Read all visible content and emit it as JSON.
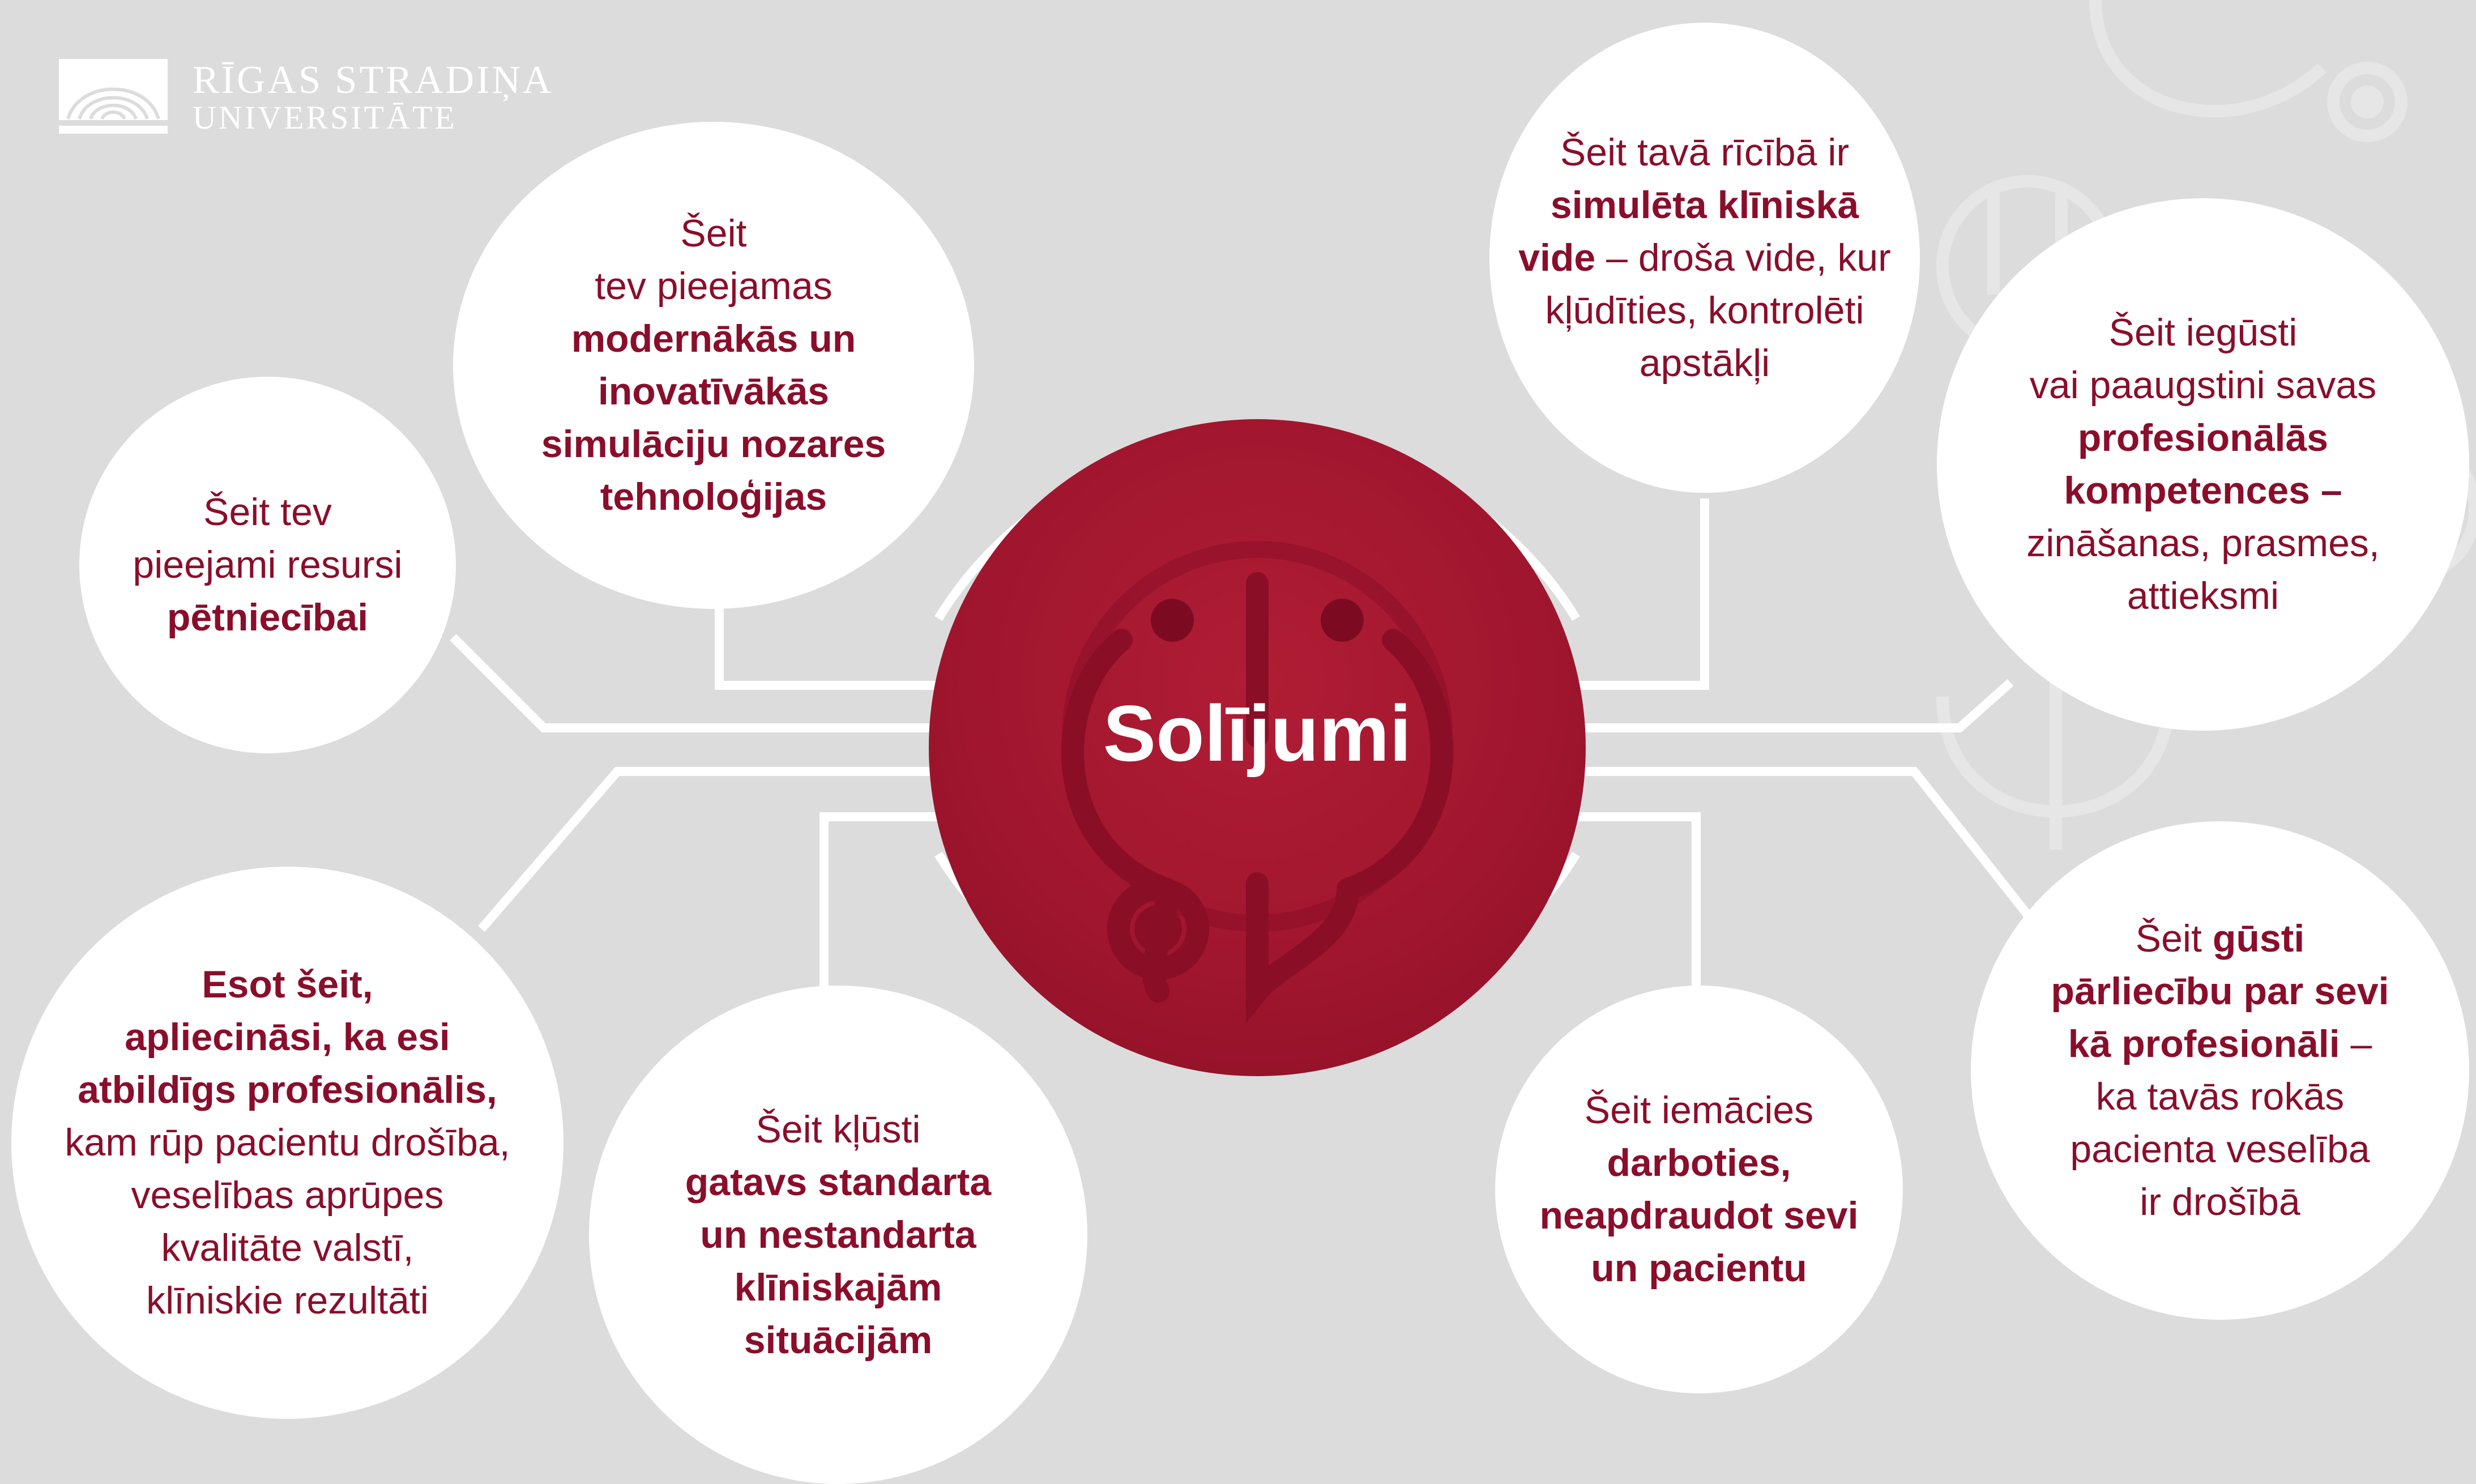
{
  "logo": {
    "line1": "RĪGAS STRADIŅA",
    "line2": "UNIVERSITĀTE",
    "icon": "amphitheatre-logo-icon"
  },
  "center": {
    "title": "Solījumi",
    "icon": "stethoscope-power-icon"
  },
  "colors": {
    "accent": "#a0162e",
    "text": "#8a0e2b",
    "background": "#dcdcdc",
    "bubble": "#ffffff"
  },
  "bubbles": {
    "top_left": {
      "lines": [
        {
          "parts": [
            {
              "t": "Šeit",
              "b": false
            }
          ]
        },
        {
          "parts": [
            {
              "t": "tev pieejamas",
              "b": false
            }
          ]
        },
        {
          "parts": [
            {
              "t": "modernākās un",
              "b": true
            }
          ]
        },
        {
          "parts": [
            {
              "t": "inovatīvākās",
              "b": true
            }
          ]
        },
        {
          "parts": [
            {
              "t": "simulāciju nozares",
              "b": true
            }
          ]
        },
        {
          "parts": [
            {
              "t": "tehnoloģijas",
              "b": true
            }
          ]
        }
      ]
    },
    "left": {
      "lines": [
        {
          "parts": [
            {
              "t": "Šeit tev",
              "b": false
            }
          ]
        },
        {
          "parts": [
            {
              "t": "pieejami resursi",
              "b": false
            }
          ]
        },
        {
          "parts": [
            {
              "t": "pētniecībai",
              "b": true
            }
          ]
        }
      ]
    },
    "bottom_left": {
      "lines": [
        {
          "parts": [
            {
              "t": "Esot šeit,",
              "b": true
            }
          ]
        },
        {
          "parts": [
            {
              "t": "apliecināsi, ka esi",
              "b": true
            }
          ]
        },
        {
          "parts": [
            {
              "t": "atbildīgs profesionālis,",
              "b": true
            }
          ]
        },
        {
          "parts": [
            {
              "t": "kam rūp pacientu drošība,",
              "b": false
            }
          ]
        },
        {
          "parts": [
            {
              "t": "veselības aprūpes",
              "b": false
            }
          ]
        },
        {
          "parts": [
            {
              "t": "kvalitāte valstī,",
              "b": false
            }
          ]
        },
        {
          "parts": [
            {
              "t": "klīniskie rezultāti",
              "b": false
            }
          ]
        }
      ]
    },
    "bottom_center_left": {
      "lines": [
        {
          "parts": [
            {
              "t": "Šeit kļūsti",
              "b": false
            }
          ]
        },
        {
          "parts": [
            {
              "t": "gatavs standarta",
              "b": true
            }
          ]
        },
        {
          "parts": [
            {
              "t": "un nestandarta",
              "b": true
            }
          ]
        },
        {
          "parts": [
            {
              "t": "klīniskajām",
              "b": true
            }
          ]
        },
        {
          "parts": [
            {
              "t": "situācijām",
              "b": true
            }
          ]
        }
      ]
    },
    "top_right": {
      "lines": [
        {
          "parts": [
            {
              "t": "Šeit tavā rīcībā ir",
              "b": false
            }
          ]
        },
        {
          "parts": [
            {
              "t": "simulēta klīniskā",
              "b": true
            }
          ]
        },
        {
          "parts": [
            {
              "t": "vide",
              "b": true
            },
            {
              "t": " – droša vide, kur",
              "b": false
            }
          ]
        },
        {
          "parts": [
            {
              "t": "kļūdīties, kontrolēti",
              "b": false
            }
          ]
        },
        {
          "parts": [
            {
              "t": "apstākļi",
              "b": false
            }
          ]
        }
      ]
    },
    "right": {
      "lines": [
        {
          "parts": [
            {
              "t": "Šeit iegūsti",
              "b": false
            }
          ]
        },
        {
          "parts": [
            {
              "t": "vai paaugstini savas",
              "b": false
            }
          ]
        },
        {
          "parts": [
            {
              "t": "profesionālās",
              "b": true
            }
          ]
        },
        {
          "parts": [
            {
              "t": "kompetences –",
              "b": true
            }
          ]
        },
        {
          "parts": [
            {
              "t": "zināšanas, prasmes,",
              "b": false
            }
          ]
        },
        {
          "parts": [
            {
              "t": "attieksmi",
              "b": false
            }
          ]
        }
      ]
    },
    "bottom_center_right": {
      "lines": [
        {
          "parts": [
            {
              "t": "Šeit iemācies",
              "b": false
            }
          ]
        },
        {
          "parts": [
            {
              "t": "darboties,",
              "b": true
            }
          ]
        },
        {
          "parts": [
            {
              "t": "neapdraudot sevi",
              "b": true
            }
          ]
        },
        {
          "parts": [
            {
              "t": "un pacientu",
              "b": true
            }
          ]
        }
      ]
    },
    "bottom_right": {
      "lines": [
        {
          "parts": [
            {
              "t": "Šeit ",
              "b": false
            },
            {
              "t": "gūsti",
              "b": true
            }
          ]
        },
        {
          "parts": [
            {
              "t": "pārliecību par sevi",
              "b": true
            }
          ]
        },
        {
          "parts": [
            {
              "t": "kā profesionāli",
              "b": true
            },
            {
              "t": " –",
              "b": false
            }
          ]
        },
        {
          "parts": [
            {
              "t": "ka tavās rokās",
              "b": false
            }
          ]
        },
        {
          "parts": [
            {
              "t": "pacienta veselība",
              "b": false
            }
          ]
        },
        {
          "parts": [
            {
              "t": "ir drošībā",
              "b": false
            }
          ]
        }
      ]
    }
  }
}
